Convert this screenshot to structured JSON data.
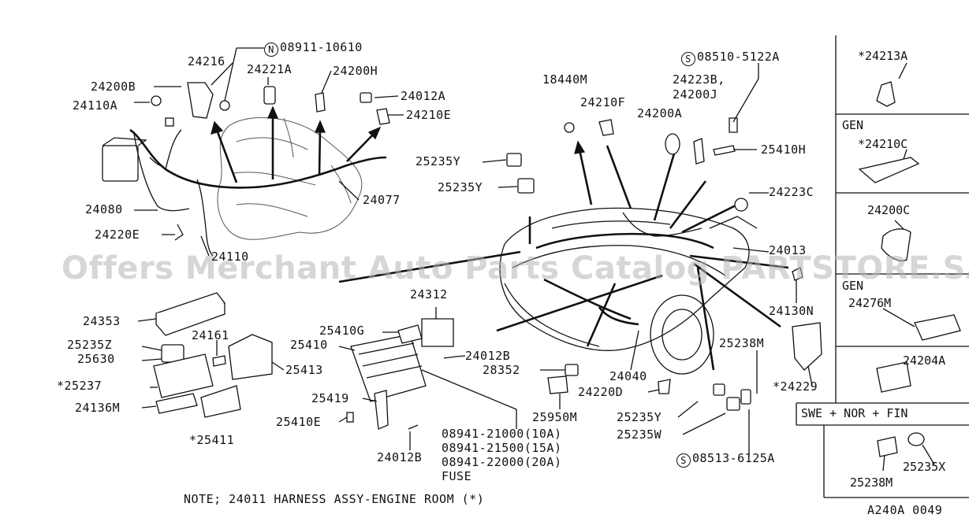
{
  "labels": {
    "p08911": "08911-10610",
    "p24216": "24216",
    "p24221a": "24221A",
    "p24200h": "24200H",
    "p24200b": "24200B",
    "p24110a": "24110A",
    "p24012a": "24012A",
    "p24210e": "24210E",
    "p24077": "24077",
    "p24080": "24080",
    "p24220e": "24220E",
    "p24110": "24110",
    "p18440m": "18440M",
    "p24210f": "24210F",
    "p24200a": "24200A",
    "p08510": "08510-5122A",
    "p24223b": "24223B,",
    "p24200j": "24200J",
    "p25410h": "25410H",
    "p24223c": "24223C",
    "p25235y1": "25235Y",
    "p25235y2": "25235Y",
    "p24013": "24013",
    "p24130n": "24130N",
    "p24353": "24353",
    "p24312": "24312",
    "p25410g": "25410G",
    "p25410": "25410",
    "p24161": "24161",
    "p25235z": "25235Z",
    "p25630": "25630",
    "p25413": "25413",
    "p24012b1": "24012B",
    "p28352": "28352",
    "p25237": "*25237",
    "p24136m": "24136M",
    "p25419": "25419",
    "p25410e": "25410E",
    "p25411": "*25411",
    "p24040": "24040",
    "p24220d": "24220D",
    "p25950m": "25950M",
    "p25238m": "25238M",
    "p24229": "*24229",
    "p25235y3": "25235Y",
    "p25235w": "25235W",
    "p08513": "08513-6125A",
    "p08941a": "08941-21000(10A)",
    "p08941b": "08941-21500(15A)",
    "p08941c": "08941-22000(20A)",
    "fuse": "FUSE",
    "p24012b2": "24012B",
    "note": "NOTE; 24011 HARNESS ASSY-ENGINE ROOM (*)",
    "code": "A240A 0049"
  },
  "symbols": {
    "n": "N",
    "s": "S"
  },
  "inset": {
    "p24213a": "*24213A",
    "gen1": "GEN",
    "p24210c": "*24210C",
    "p24200c": "24200C",
    "gen2": "GEN",
    "p24276m": "24276M",
    "p24204a": "24204A",
    "swe": "SWE + NOR + FIN",
    "p25238m": "25238M",
    "p25235x": "25235X"
  },
  "watermark": "Offers Merchant Auto Parts Catalog PARTSTORE.SA"
}
